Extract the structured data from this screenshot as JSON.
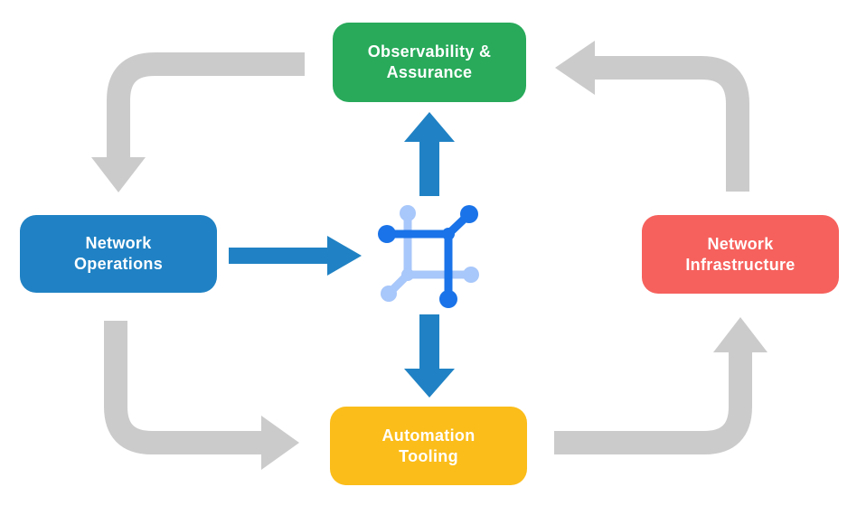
{
  "diagram": {
    "nodes": {
      "observability": {
        "line1": "Observability &",
        "line2": "Assurance",
        "color": "#28aa5a"
      },
      "operations": {
        "line1": "Network",
        "line2": "Operations",
        "color": "#2082c4"
      },
      "infrastructure": {
        "line1": "Network",
        "line2": "Infrastructure",
        "color": "#f6615d"
      },
      "automation": {
        "line1": "Automation",
        "line2": "Tooling",
        "color": "#fbbd1a"
      }
    },
    "icons": {
      "center": "network-nodes-icon"
    },
    "flows": [
      {
        "from": "Observability & Assurance",
        "to": "Network Operations",
        "style": "gray-elbow"
      },
      {
        "from": "Network Operations",
        "to": "Automation Tooling",
        "style": "gray-elbow"
      },
      {
        "from": "Automation Tooling",
        "to": "Network Infrastructure",
        "style": "gray-elbow"
      },
      {
        "from": "Network Infrastructure",
        "to": "Observability & Assurance",
        "style": "gray-elbow"
      },
      {
        "from": "Network Operations",
        "to": "network-nodes-icon",
        "style": "blue-straight"
      },
      {
        "from": "network-nodes-icon",
        "to": "Observability & Assurance",
        "style": "blue-straight"
      },
      {
        "from": "network-nodes-icon",
        "to": "Automation Tooling",
        "style": "blue-straight"
      }
    ],
    "colors": {
      "background": "#ffffff",
      "flow_arrow": "#cbcbcb",
      "process_arrow": "#2082c4",
      "icon_dark": "#1a73e8",
      "icon_light": "#a8c7fa",
      "text": "#ffffff"
    }
  }
}
